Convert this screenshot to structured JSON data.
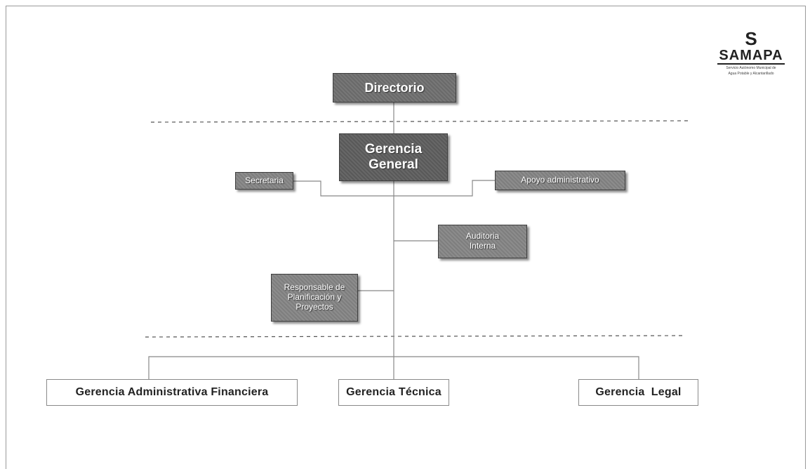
{
  "logo": {
    "mark": "S",
    "name": "SAMAPA",
    "subtitle_line1": "Servicio Autónomo Municipal de",
    "subtitle_line2": "Agua Potable y Alcantarillado"
  },
  "org_chart": {
    "directorio": "Directorio",
    "gerencia_general_line1": "Gerencia",
    "gerencia_general_line2": "General",
    "secretaria": "Secretaria",
    "apoyo_administrativo": "Apoyo administrativo",
    "auditoria_line1": "Auditoria",
    "auditoria_line2": "Interna",
    "planificacion_line1": "Responsable de",
    "planificacion_line2": "Planificación y",
    "planificacion_line3": "Proyectos",
    "gerencia_administrativa": "Gerencia Administrativa Financiera",
    "gerencia_tecnica": "Gerencia Técnica",
    "gerencia_legal": "Gerencia  Legal"
  }
}
